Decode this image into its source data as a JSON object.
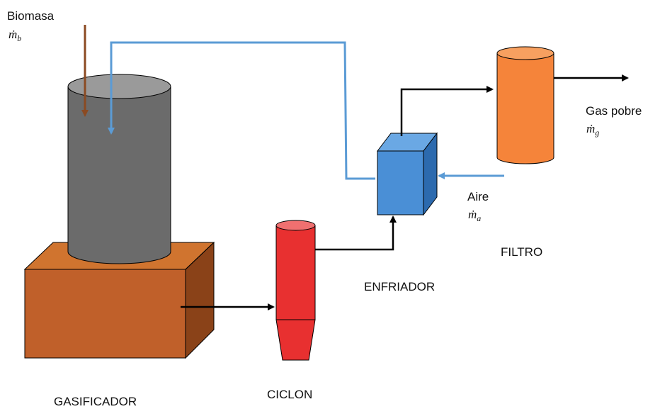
{
  "labels": {
    "biomasa": "Biomasa",
    "mb": "ṁ",
    "mb_sub": "b",
    "gasificador": "GASIFICADOR",
    "ciclon": "CICLON",
    "enfriador": "ENFRIADOR",
    "filtro": "FILTRO",
    "aire": "Aire",
    "ma": "ṁ",
    "ma_sub": "a",
    "gas_pobre": "Gas pobre",
    "mg": "ṁ",
    "mg_sub": "g"
  },
  "colors": {
    "gasifier_box_front": "#c0602a",
    "gasifier_box_top": "#d0742f",
    "gasifier_box_side": "#8a4218",
    "cylinder_body": "#6b6b6b",
    "cylinder_top": "#9a9a9a",
    "cyclone": "#e83030",
    "cyclone_top": "#f07070",
    "cooler_front": "#4a8fd6",
    "cooler_top": "#6aa8e4",
    "cooler_side": "#2c6aae",
    "filter": "#f5843a",
    "filter_top": "#f7a060",
    "biomass_arrow": "#8b4a22",
    "recycle_line": "#5b9bd5",
    "gas_line": "#000000"
  }
}
